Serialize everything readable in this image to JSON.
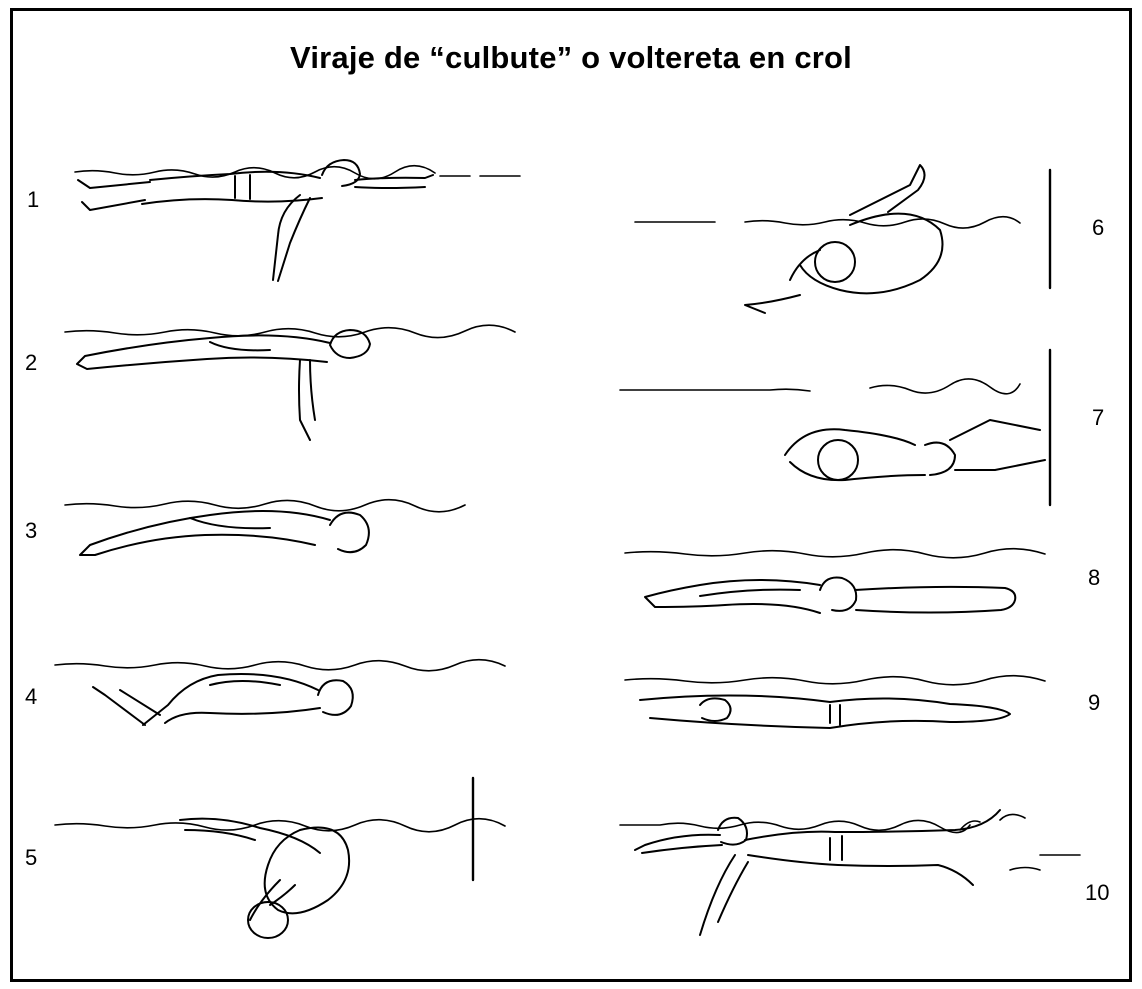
{
  "title": "Viraje de “culbute” o voltereta en crol",
  "steps": [
    "1",
    "2",
    "3",
    "4",
    "5",
    "6",
    "7",
    "8",
    "9",
    "10"
  ]
}
